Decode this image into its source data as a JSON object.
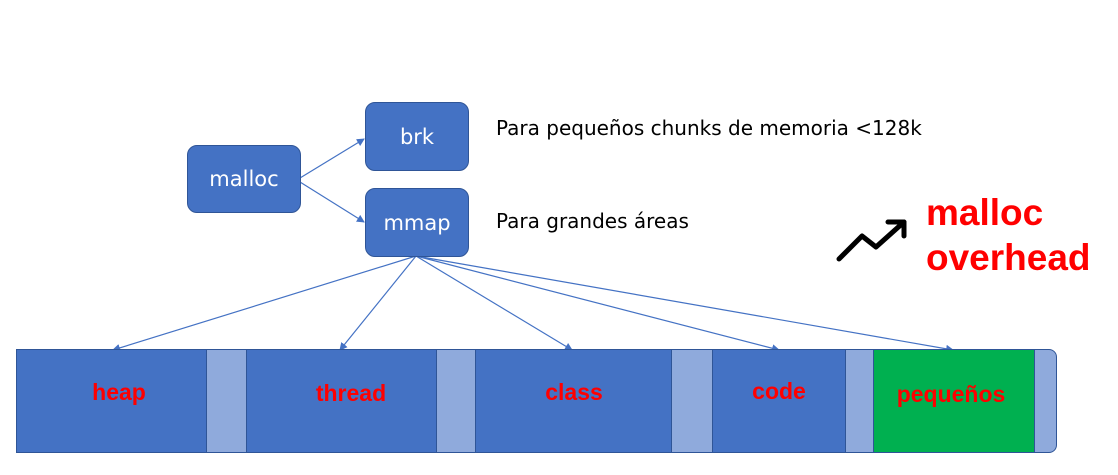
{
  "nodes": {
    "malloc": "malloc",
    "brk": "brk",
    "mmap": "mmap"
  },
  "captions": {
    "brk": "Para pequeños chunks de memoria <128k",
    "mmap": "Para grandes áreas"
  },
  "overhead": {
    "line1": "malloc",
    "line2": "overhead",
    "icon": "trending-up-icon"
  },
  "segments": [
    {
      "label": "heap",
      "color": "#4472c4"
    },
    {
      "label": "thread",
      "color": "#4472c4"
    },
    {
      "label": "class",
      "color": "#4472c4"
    },
    {
      "label": "code",
      "color": "#4472c4"
    },
    {
      "label": "pequeños",
      "color": "#00b050"
    }
  ],
  "colors": {
    "box": "#4472c4",
    "gap": "#8faadc",
    "highlight": "#00b050",
    "label": "#ff0000"
  }
}
